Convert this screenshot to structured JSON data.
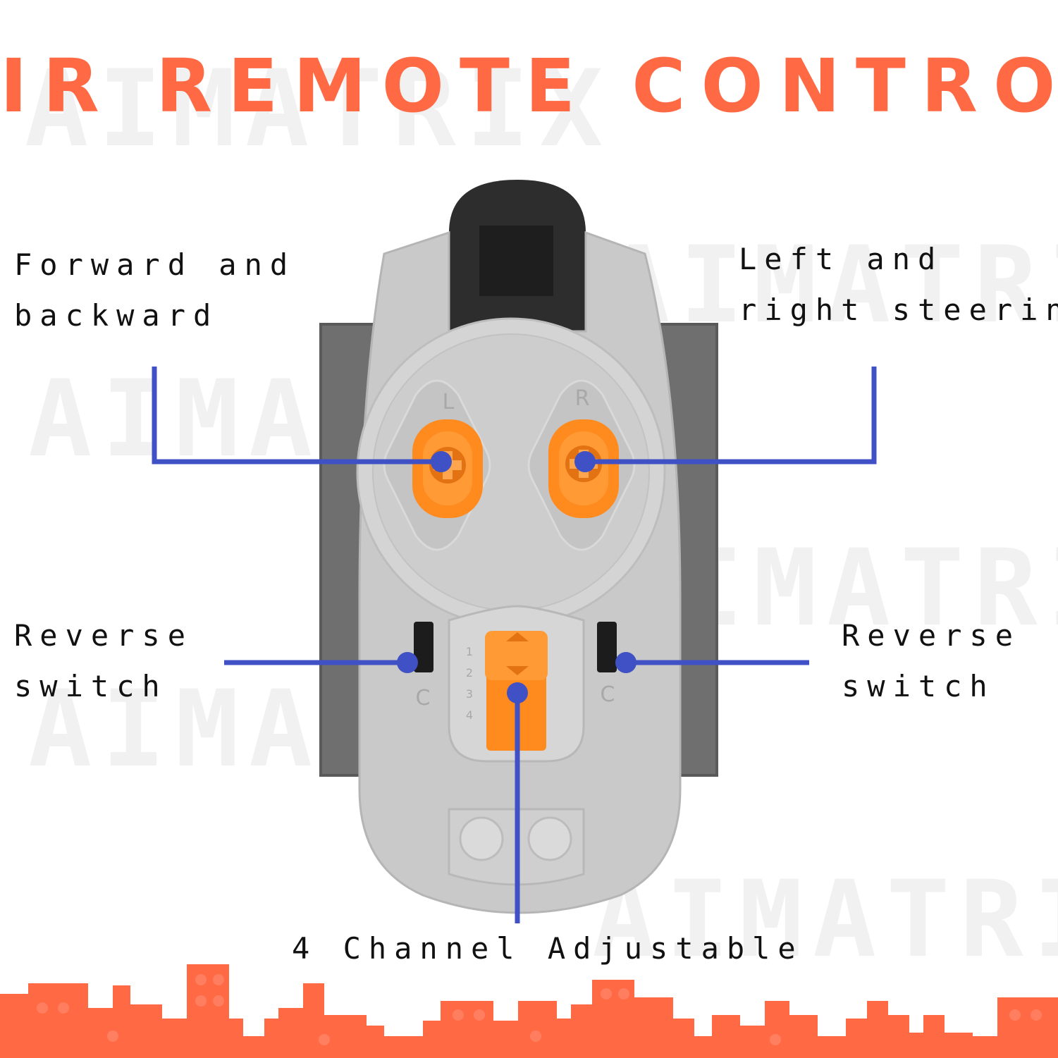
{
  "title": "IR REMOTE CONTROL",
  "labels": {
    "forward_backward": [
      "Forward and",
      "backward"
    ],
    "left_right": [
      "Left and",
      "right steering"
    ],
    "reverse_left": [
      "Reverse",
      "switch"
    ],
    "reverse_right": [
      "Reverse",
      "switch"
    ],
    "channel": "4 Channel Adjustable"
  },
  "remote": {
    "left_button_letter": "L",
    "right_button_letter": "R",
    "channel_numbers": [
      "1",
      "2",
      "3",
      "4"
    ],
    "switch_letter": "C"
  },
  "watermark": "AIMATRIX",
  "colors": {
    "accent": "#ff6a45",
    "callout": "#3f51c4",
    "remote_body": "#c9c9c9",
    "remote_dark": "#777777",
    "buttons": "#ff8a1e",
    "text": "#111111"
  }
}
